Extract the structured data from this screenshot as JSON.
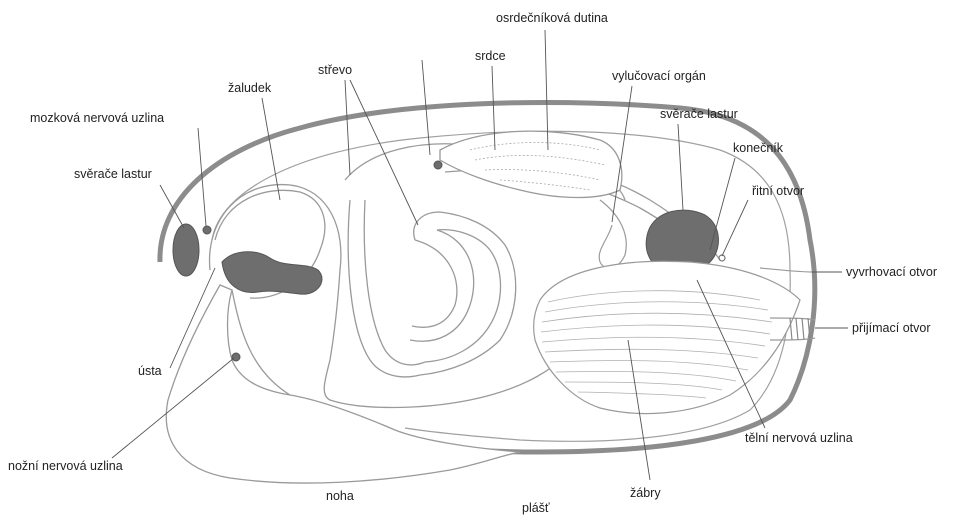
{
  "diagram": {
    "labels": {
      "osrdeckova_dutina": "osrdečníková dutina",
      "srdce": "srdce",
      "vylucovaci_organ": "vylučovací orgán",
      "strevo": "střevo",
      "zaludek": "žaludek",
      "mozkova_uzlina": "mozková nervová uzlina",
      "sverace_lastur_left": "svěrače lastur",
      "sverace_lastur_right": "svěrače lastur",
      "konecnik": "konečník",
      "ritni_otvor": "řitní otvor",
      "vyvrhovaci_otvor": "vyvrhovací otvor",
      "prijimaci_otvor": "přijímací otvor",
      "usta": "ústa",
      "nozni_uzlina": "nožní nervová uzlina",
      "noha": "noha",
      "plast": "plášť",
      "zabry": "žábry",
      "telni_uzlina": "tělní nervová uzlina"
    },
    "colors": {
      "outline": "#8a8a8a",
      "line": "#9a9a9a",
      "organ_dark": "#6f6f6f",
      "leader": "#555555",
      "text": "#222222"
    }
  }
}
